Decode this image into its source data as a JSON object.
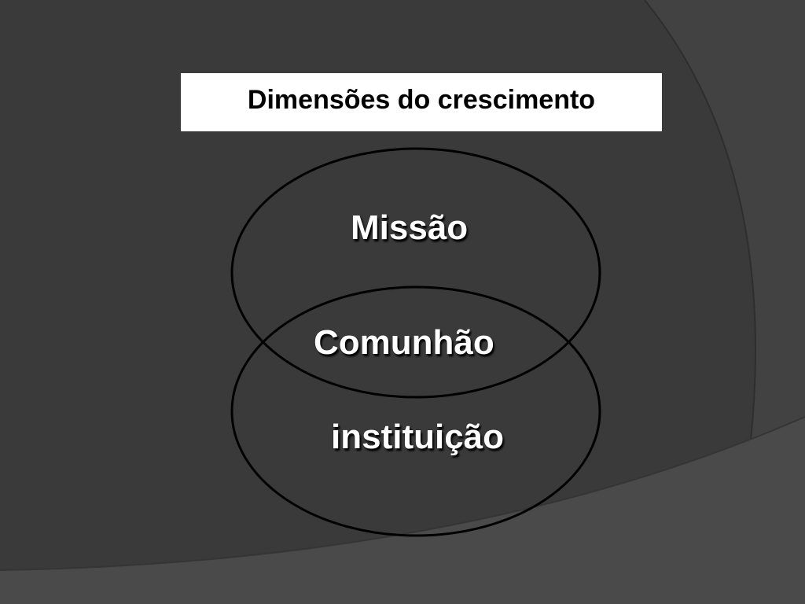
{
  "slide": {
    "title": "Dimensões do crescimento",
    "labels": {
      "top": "Missão",
      "middle": "Comunhão",
      "bottom": "instituição"
    }
  },
  "colors": {
    "background": "#3a3a3a",
    "background_band": "#444444",
    "title_box": "#ffffff",
    "title_text": "#000000",
    "label_text": "#ffffff",
    "circle_stroke": "#000000"
  }
}
